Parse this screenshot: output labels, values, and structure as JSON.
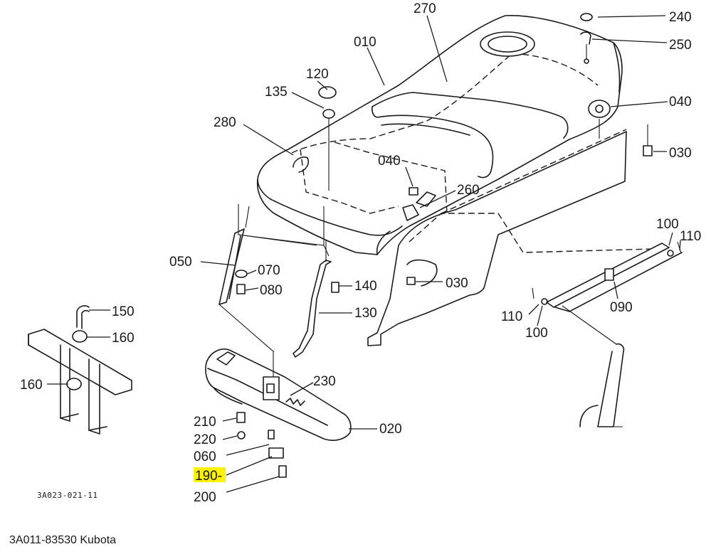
{
  "diagram": {
    "callouts": [
      {
        "id": "270",
        "text": "270"
      },
      {
        "id": "240",
        "text": "240"
      },
      {
        "id": "250",
        "text": "250"
      },
      {
        "id": "010",
        "text": "010"
      },
      {
        "id": "120",
        "text": "120"
      },
      {
        "id": "135",
        "text": "135"
      },
      {
        "id": "040a",
        "text": "040"
      },
      {
        "id": "280",
        "text": "280"
      },
      {
        "id": "030a",
        "text": "030"
      },
      {
        "id": "040b",
        "text": "040"
      },
      {
        "id": "260",
        "text": "260"
      },
      {
        "id": "100a",
        "text": "100"
      },
      {
        "id": "110a",
        "text": "110"
      },
      {
        "id": "050",
        "text": "050"
      },
      {
        "id": "070",
        "text": "070"
      },
      {
        "id": "080",
        "text": "080"
      },
      {
        "id": "140",
        "text": "140"
      },
      {
        "id": "030b",
        "text": "030"
      },
      {
        "id": "130",
        "text": "130"
      },
      {
        "id": "150",
        "text": "150"
      },
      {
        "id": "160a",
        "text": "160"
      },
      {
        "id": "160b",
        "text": "160"
      },
      {
        "id": "110b",
        "text": "110"
      },
      {
        "id": "100b",
        "text": "100"
      },
      {
        "id": "090",
        "text": "090"
      },
      {
        "id": "230",
        "text": "230"
      },
      {
        "id": "210",
        "text": "210"
      },
      {
        "id": "020",
        "text": "020"
      },
      {
        "id": "220",
        "text": "220"
      },
      {
        "id": "060",
        "text": "060"
      },
      {
        "id": "190",
        "text": "190-",
        "highlighted": true
      },
      {
        "id": "200",
        "text": "200"
      }
    ],
    "highlight_color": "#fff200",
    "drawing_code": "3A023-021-11"
  },
  "caption": "3A011-83530 Kubota"
}
